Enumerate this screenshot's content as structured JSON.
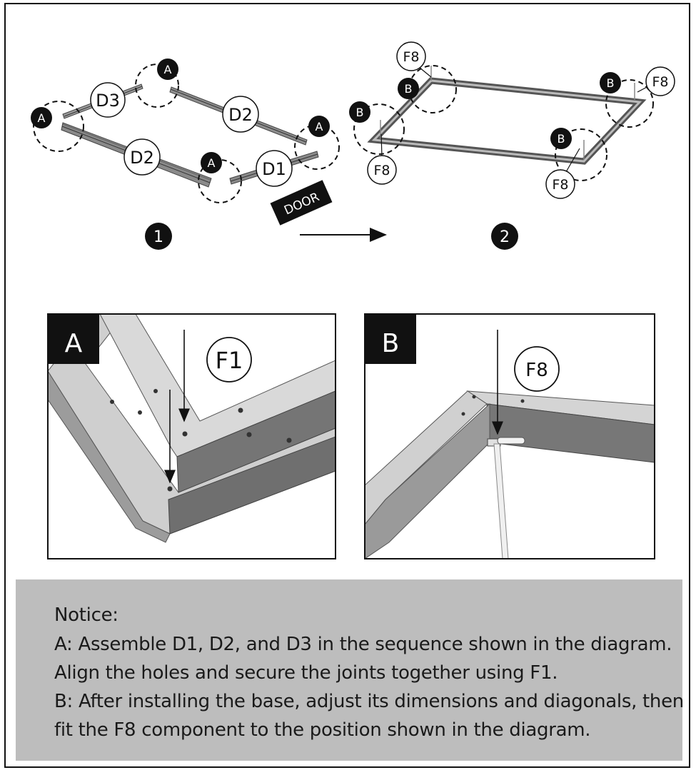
{
  "step1": {
    "number": "1",
    "door_label": "DOOR",
    "parts": {
      "d1": "D1",
      "d2": "D2",
      "d3": "D3"
    },
    "marker": "A"
  },
  "step2": {
    "number": "2",
    "marker": "B",
    "fixture": "F8"
  },
  "detail_a": {
    "tag": "A",
    "fixture": "F1"
  },
  "detail_b": {
    "tag": "B",
    "fixture": "F8"
  },
  "notice": {
    "title": "Notice:",
    "lines": [
      "A: Assemble D1, D2, and D3 in the sequence shown in the diagram.",
      "Align the holes and secure the joints together using F1.",
      "B: After installing the base, adjust its dimensions and diagonals, then",
      "fit the F8 component to the position shown in the diagram."
    ]
  },
  "colors": {
    "frame": "#111111",
    "notice_background": "#bdbdbd",
    "metal_light": "#d6d6d6",
    "metal_dark": "#7a7a7a"
  }
}
